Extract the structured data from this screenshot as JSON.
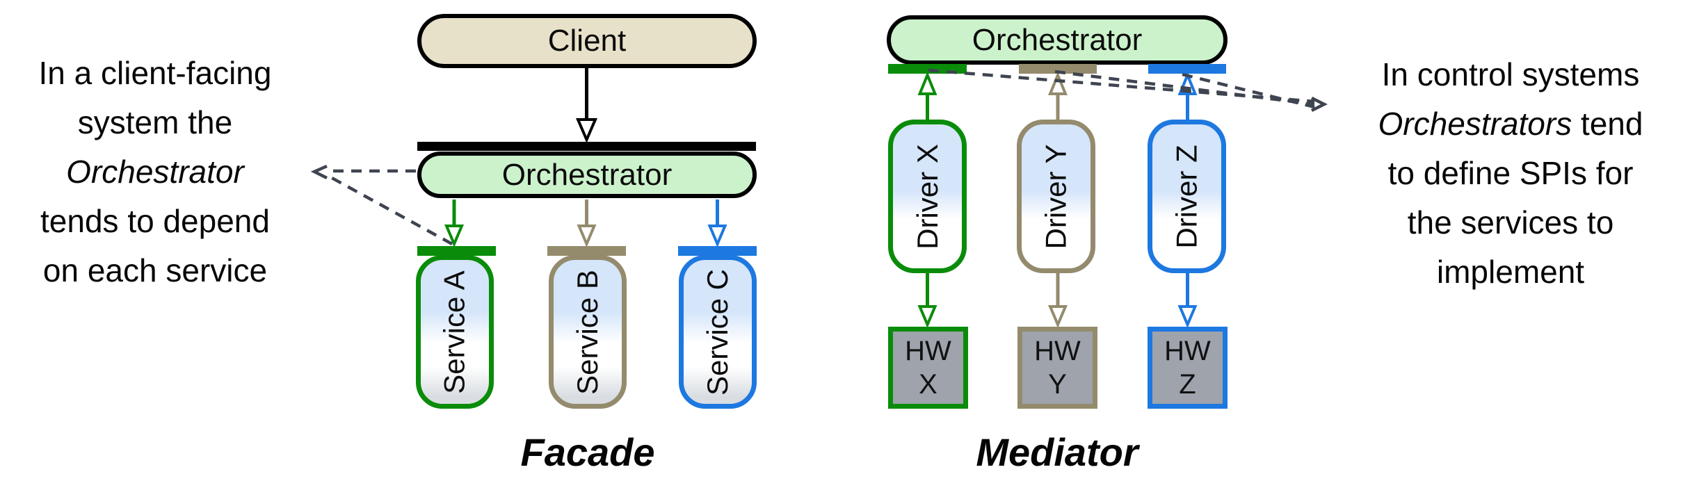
{
  "left_note": {
    "line1": "In a client-facing",
    "line2": "system the",
    "line3_italic": "Orchestrator",
    "line4": "tends to depend",
    "line5": "on each service"
  },
  "right_note": {
    "line1": "In control systems",
    "line2_italic": "Orchestrators",
    "line2_rest": " tend",
    "line3": "to define SPIs for",
    "line4": "the services to",
    "line5": "implement"
  },
  "facade": {
    "title": "Facade",
    "client_label": "Client",
    "orchestrator_label": "Orchestrator",
    "services": [
      {
        "label": "Service A",
        "color_key": "green"
      },
      {
        "label": "Service B",
        "color_key": "tan"
      },
      {
        "label": "Service C",
        "color_key": "blue"
      }
    ]
  },
  "mediator": {
    "title": "Mediator",
    "orchestrator_label": "Orchestrator",
    "drivers": [
      {
        "label": "Driver X",
        "color_key": "green"
      },
      {
        "label": "Driver Y",
        "color_key": "tan"
      },
      {
        "label": "Driver Z",
        "color_key": "blue"
      }
    ],
    "hardware": [
      {
        "line1": "HW",
        "line2": "X",
        "color_key": "green"
      },
      {
        "line1": "HW",
        "line2": "Y",
        "color_key": "tan"
      },
      {
        "line1": "HW",
        "line2": "Z",
        "color_key": "blue"
      }
    ]
  },
  "colors": {
    "green": "#0a8c0a",
    "tan": "#948b6d",
    "blue": "#1d78e0",
    "orch_fill": "#ccf2cc",
    "client_fill": "#e8e1c9",
    "hw_fill": "#9ea3ac",
    "dash": "#3e4450",
    "grad_blue": "#d5e5fa",
    "grad_gray": "#d9dde2"
  }
}
